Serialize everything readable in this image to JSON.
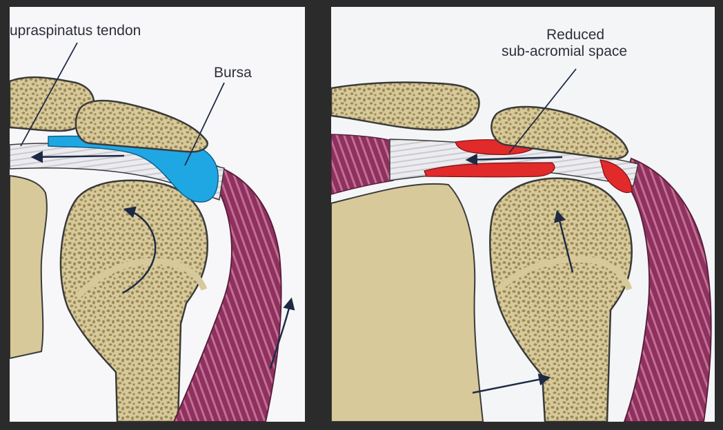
{
  "labels": {
    "supraspinatus_tendon": "upraspinatus tendon",
    "bursa": "Bursa",
    "reduced_line1": "Reduced",
    "reduced_line2": "sub-acromial space"
  },
  "colors": {
    "frame": "#2b2b2b",
    "panel_bg": "#f7f7f9",
    "bone": "#d8c99a",
    "bone_outline": "#3a3a3a",
    "trabecular": "#9c8b5a",
    "muscle": "#8e3060",
    "muscle_stripe": "#c2708f",
    "tendon": "#e6e6ea",
    "bursa": "#1fa7e3",
    "inflamed": "#e12a2a",
    "arrow": "#1e2a44",
    "divider_dots": "#2b2b2b"
  }
}
